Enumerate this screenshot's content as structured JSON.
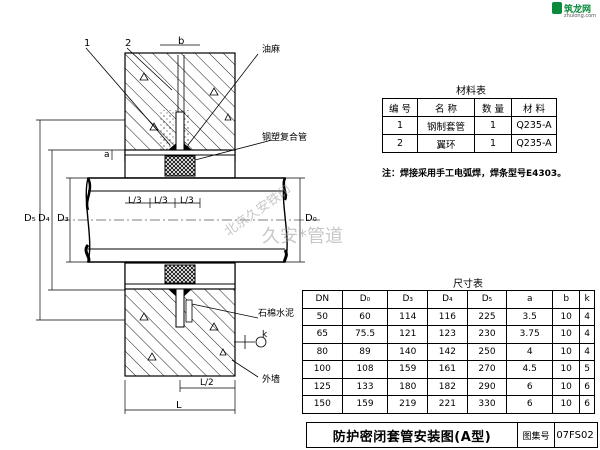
{
  "logo": {
    "name": "筑龙网",
    "domain": "zhulong.com"
  },
  "labels": {
    "part1": "1",
    "part2": "2",
    "dim_b": "b",
    "oil_hemp": "油麻",
    "steel_pipe": "钢塑复合管",
    "asbestos_cement": "石棉水泥",
    "outer_wall": "外墙",
    "dim_a": "a",
    "dim_k": "k",
    "dim_L": "L",
    "dim_L2": "L/2",
    "dim_L3_1": "L/3",
    "dim_L3_2": "L/3",
    "dim_L3_3": "L/3",
    "D5": "D₅",
    "D4": "D₄",
    "D3": "D₃",
    "D0": "D₀"
  },
  "material_table": {
    "title": "材料表",
    "headers": [
      "编 号",
      "名 称",
      "数 量",
      "材 料"
    ],
    "rows": [
      [
        "1",
        "钢制套管",
        "1",
        "Q235-A"
      ],
      [
        "2",
        "翼环",
        "1",
        "Q235-A"
      ]
    ],
    "note": "注：焊接采用手工电弧焊，焊条型号E4303。"
  },
  "size_table": {
    "title": "尺寸表",
    "headers": [
      "DN",
      "D₀",
      "D₃",
      "D₄",
      "D₅",
      "a",
      "b",
      "k"
    ],
    "rows": [
      [
        "50",
        "60",
        "114",
        "116",
        "225",
        "3.5",
        "10",
        "4"
      ],
      [
        "65",
        "75.5",
        "121",
        "123",
        "230",
        "3.75",
        "10",
        "4"
      ],
      [
        "80",
        "89",
        "140",
        "142",
        "250",
        "4",
        "10",
        "4"
      ],
      [
        "100",
        "108",
        "159",
        "161",
        "270",
        "4.5",
        "10",
        "5"
      ],
      [
        "125",
        "133",
        "180",
        "182",
        "290",
        "6",
        "10",
        "6"
      ],
      [
        "150",
        "159",
        "219",
        "221",
        "330",
        "6",
        "10",
        "6"
      ]
    ]
  },
  "title_block": {
    "title": "防护密闭套管安装图(A型)",
    "atlas_label": "图集号",
    "atlas_code": "07FS02"
  },
  "watermark": {
    "text1": "久安*管道",
    "text2": "北京久安铁印"
  }
}
